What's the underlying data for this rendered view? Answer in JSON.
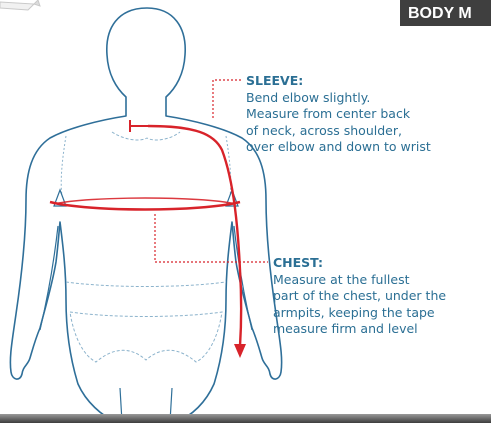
{
  "header": {
    "label": "BODY M"
  },
  "sleeve": {
    "title": "SLEEVE:",
    "lines": [
      "Bend elbow slightly.",
      "Measure from center back",
      "of neck, across shoulder,",
      "over elbow and down to wrist"
    ]
  },
  "chest": {
    "title": "CHEST:",
    "lines": [
      "Measure at the fullest",
      "part of the chest, under the",
      "armpits, keeping the tape",
      "measure firm and level"
    ]
  },
  "colors": {
    "outline": "#2f6f99",
    "seam": "#8cb3cc",
    "tape": "#d8232a",
    "text": "#2b6f94",
    "header_bg": "#3f3f3f"
  },
  "icons": {
    "corner_mark": "folded-tab-icon"
  }
}
